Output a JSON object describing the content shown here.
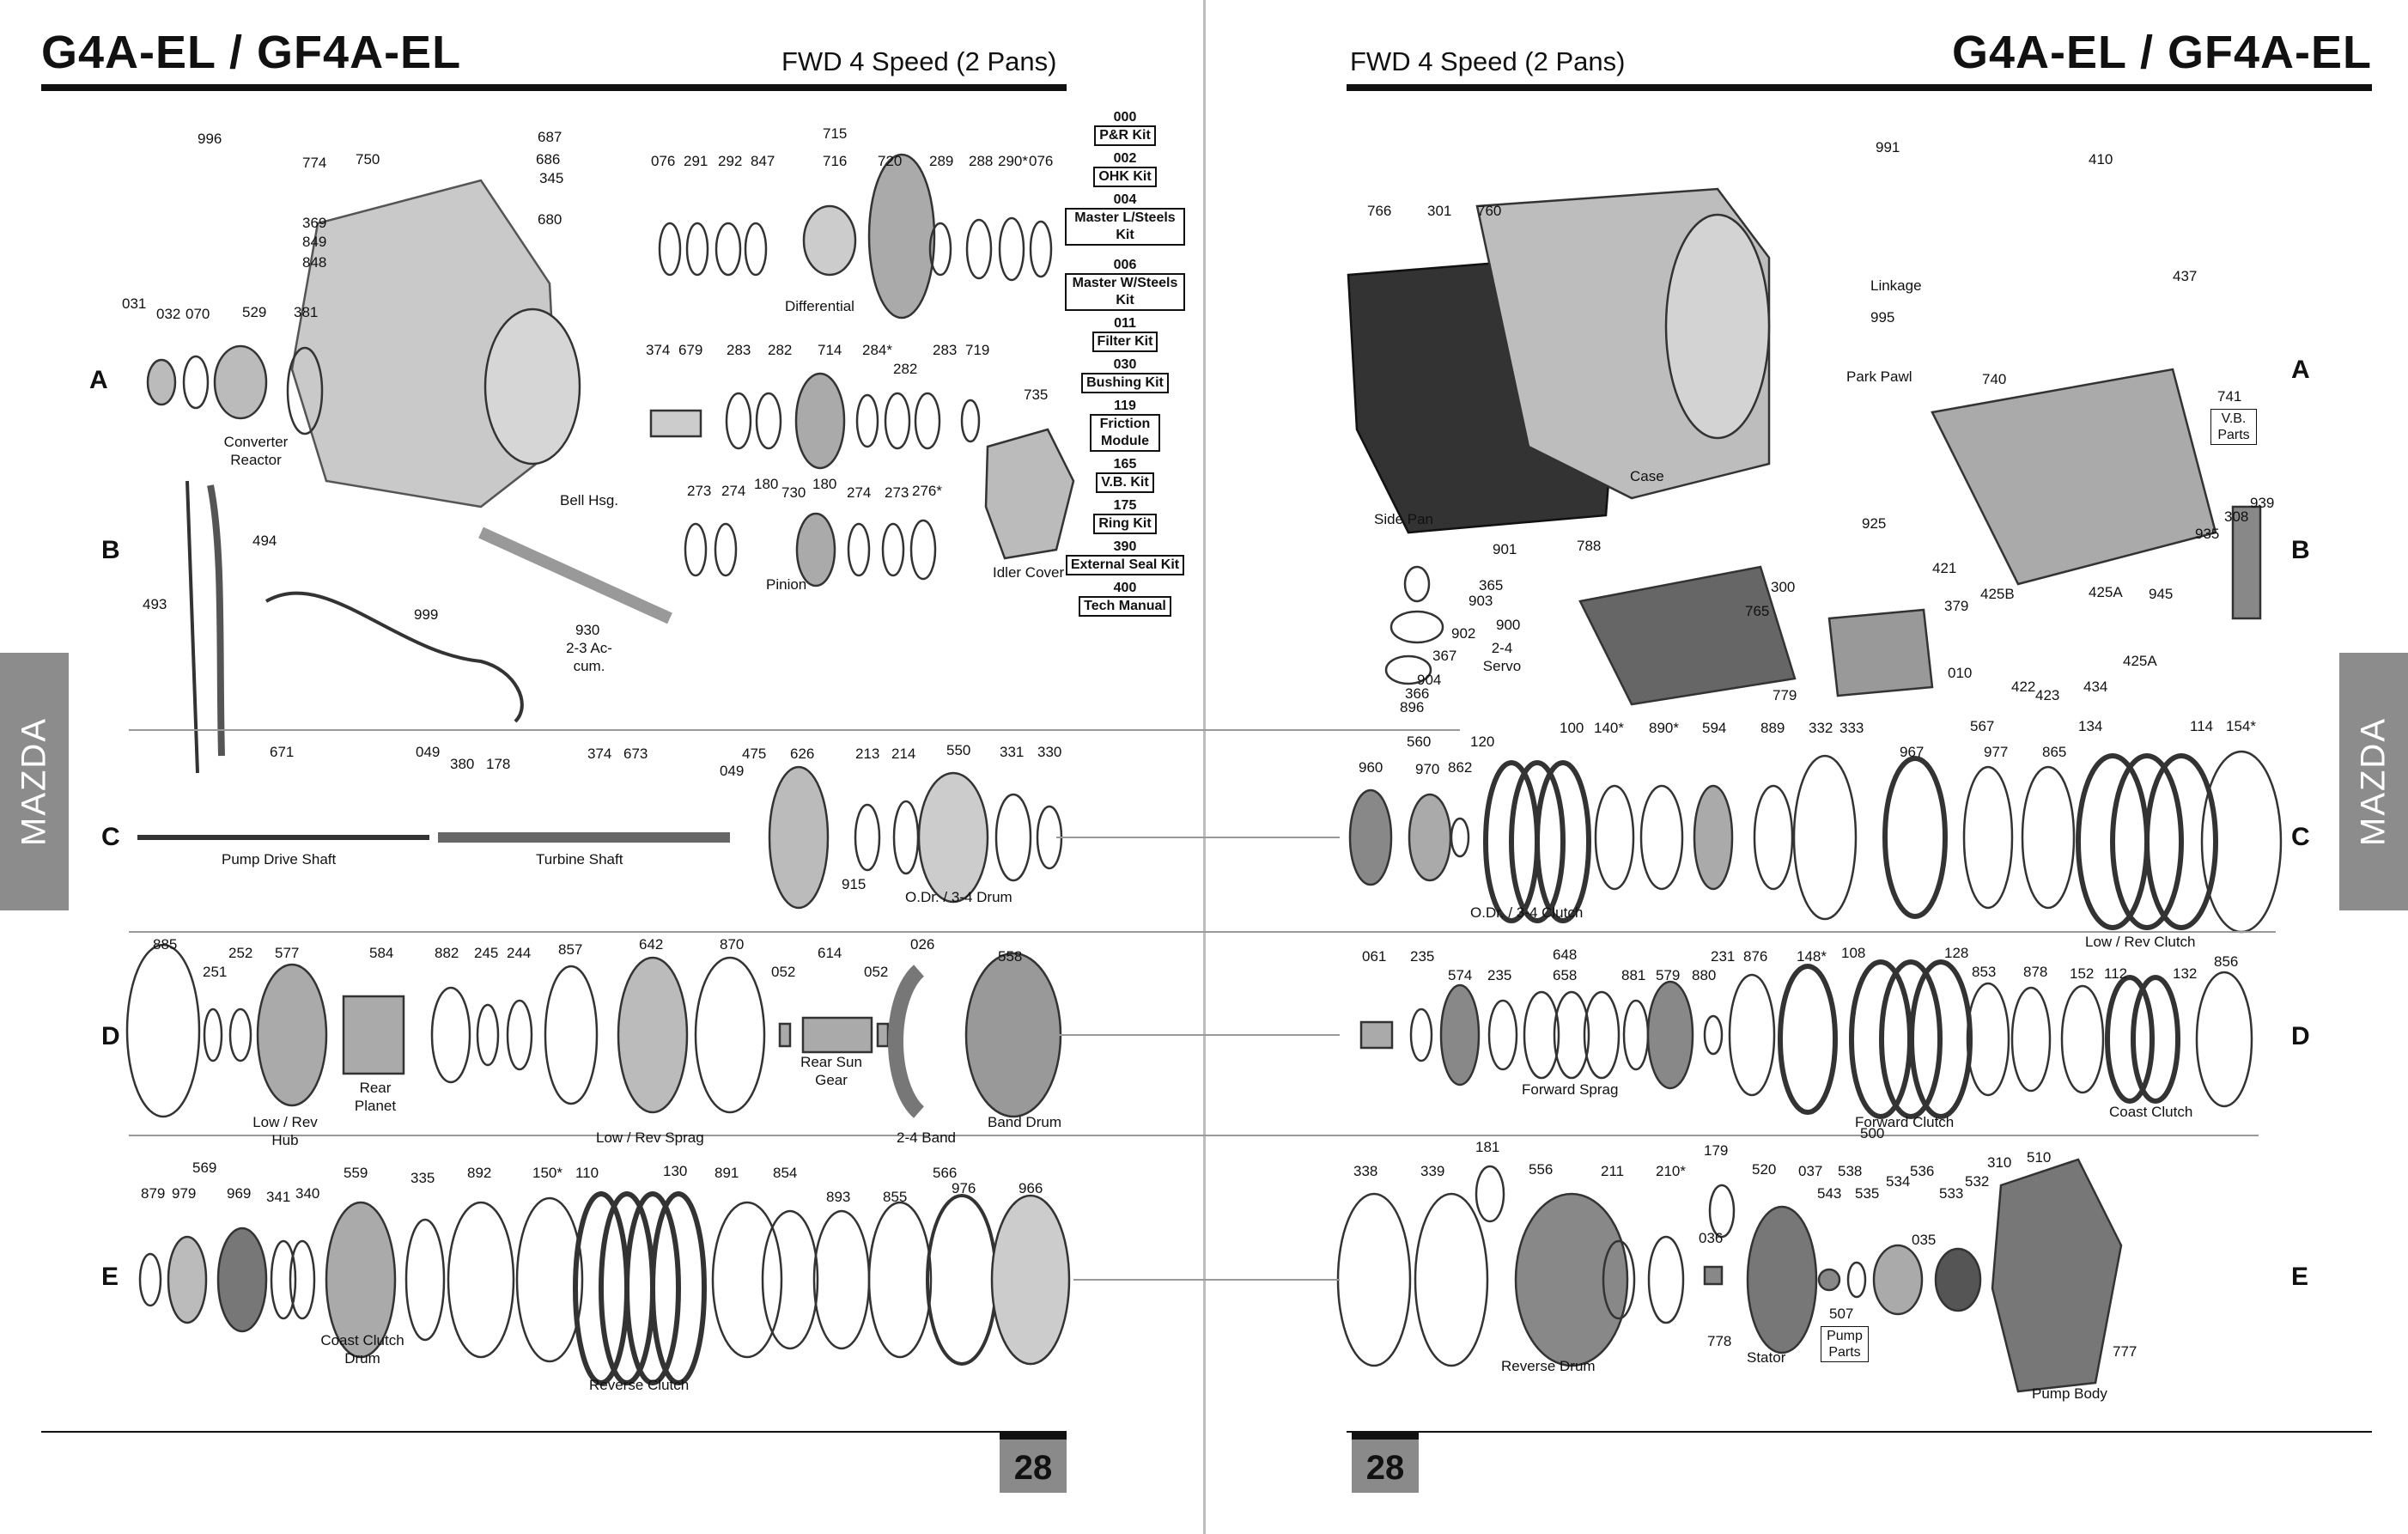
{
  "header": {
    "title": "G4A-EL / GF4A-EL",
    "subtitle": "FWD 4 Speed (2 Pans)",
    "page_number": "28",
    "side_tab": "MAZDA"
  },
  "rows": [
    "A",
    "B",
    "C",
    "D",
    "E"
  ],
  "kits": [
    {
      "num": "000",
      "label": "P&R Kit"
    },
    {
      "num": "002",
      "label": "OHK Kit"
    },
    {
      "num": "004",
      "label": "Master L/Steels Kit"
    },
    {
      "num": "006",
      "label": "Master W/Steels Kit"
    },
    {
      "num": "011",
      "label": "Filter Kit"
    },
    {
      "num": "030",
      "label": "Bushing Kit"
    },
    {
      "num": "119",
      "label": "Friction Module"
    },
    {
      "num": "165",
      "label": "V.B. Kit"
    },
    {
      "num": "175",
      "label": "Ring Kit"
    },
    {
      "num": "390",
      "label": "External Seal Kit"
    },
    {
      "num": "400",
      "label": "Tech Manual"
    }
  ],
  "left_numbers": [
    "996",
    "774",
    "750",
    "369",
    "849",
    "848",
    "031",
    "032",
    "070",
    "529",
    "381",
    "687",
    "686",
    "345",
    "680",
    "715",
    "076",
    "291",
    "292",
    "847",
    "716",
    "720",
    "289",
    "288",
    "290*",
    "076",
    "374",
    "679",
    "283",
    "282",
    "714",
    "284*",
    "282",
    "283",
    "719",
    "735",
    "273",
    "274",
    "180",
    "730",
    "180",
    "274",
    "273",
    "276*",
    "494",
    "493",
    "999",
    "930",
    "671",
    "049",
    "380",
    "178",
    "374",
    "673",
    "049",
    "475",
    "626",
    "213",
    "214",
    "550",
    "331",
    "330",
    "915",
    "885",
    "251",
    "252",
    "577",
    "584",
    "882",
    "245",
    "244",
    "857",
    "642",
    "870",
    "052",
    "614",
    "052",
    "026",
    "558",
    "569",
    "879",
    "979",
    "969",
    "341",
    "340",
    "559",
    "335",
    "892",
    "150*",
    "110",
    "130",
    "891",
    "854",
    "893",
    "855",
    "566",
    "976",
    "966"
  ],
  "left_labels": [
    "Converter Reactor",
    "Bell Hsg.",
    "Differential",
    "Pinion",
    "Idler Cover",
    "2-3 Ac-cum.",
    "Pump Drive Shaft",
    "Turbine Shaft",
    "O.Dr. / 3-4 Drum",
    "Low / Rev Hub",
    "Rear Planet",
    "Low / Rev Sprag",
    "Rear Sun Gear",
    "2-4 Band",
    "Band Drum",
    "Coast Clutch Drum",
    "Reverse Clutch"
  ],
  "right_numbers": [
    "991",
    "410",
    "766",
    "301",
    "760",
    "437",
    "995",
    "740",
    "741",
    "939",
    "308",
    "935",
    "945",
    "425B",
    "425A",
    "425A",
    "421",
    "422",
    "423",
    "434",
    "925",
    "901",
    "788",
    "365",
    "903",
    "902",
    "900",
    "367",
    "904",
    "366",
    "896",
    "300",
    "765",
    "379",
    "779",
    "010",
    "560",
    "120",
    "100",
    "140*",
    "890*",
    "594",
    "889",
    "332",
    "333",
    "567",
    "134",
    "114",
    "154*",
    "960",
    "970",
    "862",
    "967",
    "977",
    "865",
    "648",
    "061",
    "235",
    "574",
    "235",
    "658",
    "881",
    "579",
    "880",
    "231",
    "876",
    "148*",
    "108",
    "128",
    "853",
    "878",
    "152",
    "112",
    "132",
    "856",
    "181",
    "338",
    "339",
    "556",
    "211",
    "210*",
    "179",
    "036",
    "520",
    "037",
    "538",
    "543",
    "535",
    "534",
    "536",
    "533",
    "532",
    "310",
    "510",
    "500",
    "035",
    "778",
    "507",
    "777"
  ],
  "right_labels": [
    "Linkage",
    "Park Pawl",
    "Case",
    "Side Pan",
    "2-4 Servo",
    "O.Dr. / 3-4 Clutch",
    "Low / Rev Clutch",
    "Forward Sprag",
    "Forward Clutch",
    "Coast Clutch",
    "Reverse Drum",
    "Stator",
    "Pump Body"
  ],
  "boxed_labels": [
    "V.B. Parts",
    "Pump Parts"
  ]
}
